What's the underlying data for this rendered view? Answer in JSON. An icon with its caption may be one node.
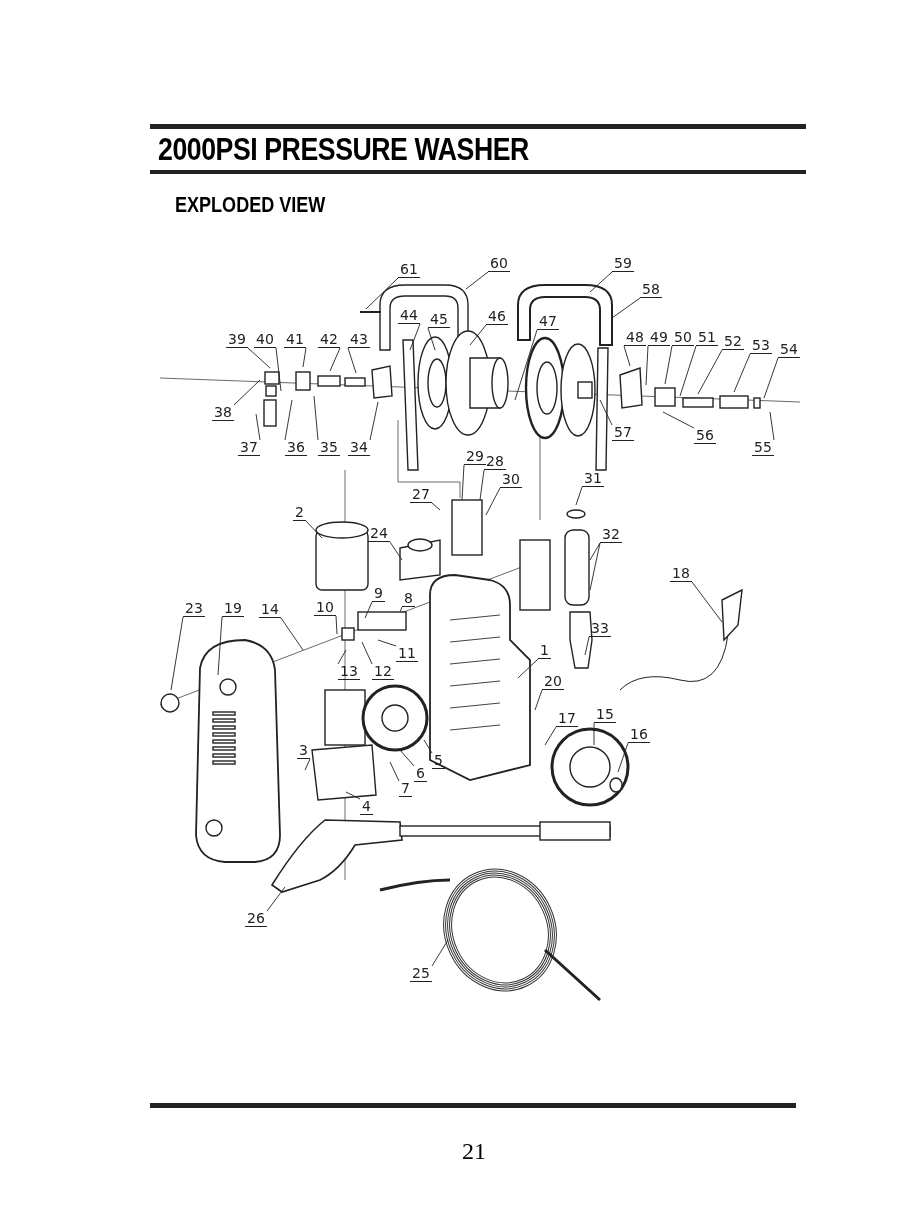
{
  "diagram": {
    "title": "2000PSI PRESSURE WASHER",
    "nodes": [
      {
        "text": [
          "61"
        ]
      },
      {
        "text": [
          "60"
        ]
      },
      {
        "text": [
          "59"
        ]
      },
      {
        "text": [
          "58"
        ]
      },
      {
        "text": [
          "44"
        ]
      },
      {
        "text": [
          "45"
        ]
      },
      {
        "text": [
          "46"
        ]
      },
      {
        "text": [
          "47"
        ]
      },
      {
        "text": [
          "48"
        ]
      },
      {
        "text": [
          "49"
        ]
      },
      {
        "text": [
          "50"
        ]
      },
      {
        "text": [
          "51"
        ]
      },
      {
        "text": [
          "52"
        ]
      },
      {
        "text": [
          "53"
        ]
      },
      {
        "text": [
          "54"
        ]
      },
      {
        "text": [
          "39"
        ]
      },
      {
        "text": [
          "40"
        ]
      },
      {
        "text": [
          "41"
        ]
      },
      {
        "text": [
          "42"
        ]
      },
      {
        "text": [
          "43"
        ]
      },
      {
        "text": [
          "38"
        ]
      },
      {
        "text": [
          "57"
        ]
      },
      {
        "text": [
          "56"
        ]
      },
      {
        "text": [
          "55"
        ]
      },
      {
        "text": [
          "37"
        ]
      },
      {
        "text": [
          "36"
        ]
      },
      {
        "text": [
          "35"
        ]
      },
      {
        "text": [
          "34"
        ]
      },
      {
        "text": [
          "29"
        ]
      },
      {
        "text": [
          "28"
        ]
      },
      {
        "text": [
          "30"
        ]
      },
      {
        "text": [
          "27"
        ]
      },
      {
        "text": [
          "31"
        ]
      },
      {
        "text": [
          "2"
        ]
      },
      {
        "text": [
          "24"
        ]
      },
      {
        "text": [
          "32"
        ]
      },
      {
        "text": [
          "18"
        ]
      },
      {
        "text": [
          "9"
        ]
      },
      {
        "text": [
          "8"
        ]
      },
      {
        "text": [
          "23"
        ]
      },
      {
        "text": [
          "19"
        ]
      },
      {
        "text": [
          "14"
        ]
      },
      {
        "text": [
          "10"
        ]
      },
      {
        "text": [
          "11"
        ]
      },
      {
        "text": [
          "12"
        ]
      },
      {
        "text": [
          "13"
        ]
      },
      {
        "text": [
          "33"
        ]
      },
      {
        "text": [
          "1"
        ]
      },
      {
        "text": [
          "20"
        ]
      },
      {
        "text": [
          "17"
        ]
      },
      {
        "text": [
          "15"
        ]
      },
      {
        "text": [
          "16"
        ]
      },
      {
        "text": [
          "3"
        ]
      },
      {
        "text": [
          "5"
        ]
      },
      {
        "text": [
          "6"
        ]
      },
      {
        "text": [
          "7"
        ]
      },
      {
        "text": [
          "4"
        ]
      },
      {
        "text": [
          "26"
        ]
      },
      {
        "text": [
          "25"
        ]
      }
    ],
    "edges": [
      {
        "from": 0,
        "to": null,
        "arrow": "none"
      },
      {
        "from": 1,
        "to": null,
        "arrow": "none"
      },
      {
        "from": 2,
        "to": null,
        "arrow": "none"
      },
      {
        "from": 3,
        "to": null,
        "arrow": "none"
      },
      {
        "from": 4,
        "to": null,
        "arrow": "none"
      },
      {
        "from": 5,
        "to": null,
        "arrow": "none"
      },
      {
        "from": 6,
        "to": null,
        "arrow": "none"
      },
      {
        "from": 7,
        "to": null,
        "arrow": "none"
      },
      {
        "from": 8,
        "to": null,
        "arrow": "none"
      },
      {
        "from": 9,
        "to": null,
        "arrow": "none"
      },
      {
        "from": 10,
        "to": null,
        "arrow": "none"
      },
      {
        "from": 11,
        "to": null,
        "arrow": "none"
      },
      {
        "from": 12,
        "to": null,
        "arrow": "none"
      },
      {
        "from": 13,
        "to": null,
        "arrow": "none"
      },
      {
        "from": 14,
        "to": null,
        "arrow": "none"
      },
      {
        "from": 15,
        "to": null,
        "arrow": "none"
      },
      {
        "from": 16,
        "to": null,
        "arrow": "none"
      },
      {
        "from": 17,
        "to": null,
        "arrow": "none"
      },
      {
        "from": 18,
        "to": null,
        "arrow": "none"
      },
      {
        "from": 19,
        "to": null,
        "arrow": "none"
      },
      {
        "from": 20,
        "to": null,
        "arrow": "none"
      },
      {
        "from": 21,
        "to": null,
        "arrow": "none"
      },
      {
        "from": 22,
        "to": null,
        "arrow": "none"
      },
      {
        "from": 23,
        "to": null,
        "arrow": "none"
      },
      {
        "from": 24,
        "to": null,
        "arrow": "none"
      },
      {
        "from": 25,
        "to": null,
        "arrow": "none"
      },
      {
        "from": 26,
        "to": null,
        "arrow": "none"
      },
      {
        "from": 27,
        "to": null,
        "arrow": "none"
      },
      {
        "from": 28,
        "to": null,
        "arrow": "none"
      },
      {
        "from": 29,
        "to": null,
        "arrow": "none"
      },
      {
        "from": 30,
        "to": null,
        "arrow": "none"
      },
      {
        "from": 31,
        "to": null,
        "arrow": "none"
      },
      {
        "from": 32,
        "to": null,
        "arrow": "none"
      },
      {
        "from": 33,
        "to": null,
        "arrow": "none"
      },
      {
        "from": 34,
        "to": null,
        "arrow": "none"
      },
      {
        "from": 35,
        "to": null,
        "arrow": "none"
      },
      {
        "from": 35,
        "to": null,
        "arrow": "none"
      },
      {
        "from": 36,
        "to": null,
        "arrow": "none"
      },
      {
        "from": 37,
        "to": null,
        "arrow": "none"
      },
      {
        "from": 38,
        "to": null,
        "arrow": "none"
      },
      {
        "from": 39,
        "to": null,
        "arrow": "none"
      },
      {
        "from": 40,
        "to": null,
        "arrow": "none"
      },
      {
        "from": 41,
        "to": null,
        "arrow": "none"
      },
      {
        "from": 42,
        "to": null,
        "arrow": "none"
      },
      {
        "from": 43,
        "to": null,
        "arrow": "none"
      },
      {
        "from": 44,
        "to": null,
        "arrow": "none"
      },
      {
        "from": 45,
        "to": null,
        "arrow": "none"
      },
      {
        "from": 46,
        "to": null,
        "arrow": "none"
      },
      {
        "from": 47,
        "to": null,
        "arrow": "none"
      },
      {
        "from": 48,
        "to": null,
        "arrow": "none"
      },
      {
        "from": 49,
        "to": null,
        "arrow": "none"
      },
      {
        "from": 50,
        "to": null,
        "arrow": "none"
      },
      {
        "from": 51,
        "to": null,
        "arrow": "none"
      },
      {
        "from": 52,
        "to": null,
        "arrow": "none"
      },
      {
        "from": 53,
        "to": null,
        "arrow": "none"
      },
      {
        "from": 54,
        "to": null,
        "arrow": "none"
      },
      {
        "from": 55,
        "to": null,
        "arrow": "none"
      },
      {
        "from": 56,
        "to": null,
        "arrow": "none"
      },
      {
        "from": 57,
        "to": null,
        "arrow": "none"
      },
      {
        "from": 58,
        "to": null,
        "arrow": "none"
      }
    ],
    "labels": [
      "EXPLODED VIEW",
      "21"
    ]
  }
}
